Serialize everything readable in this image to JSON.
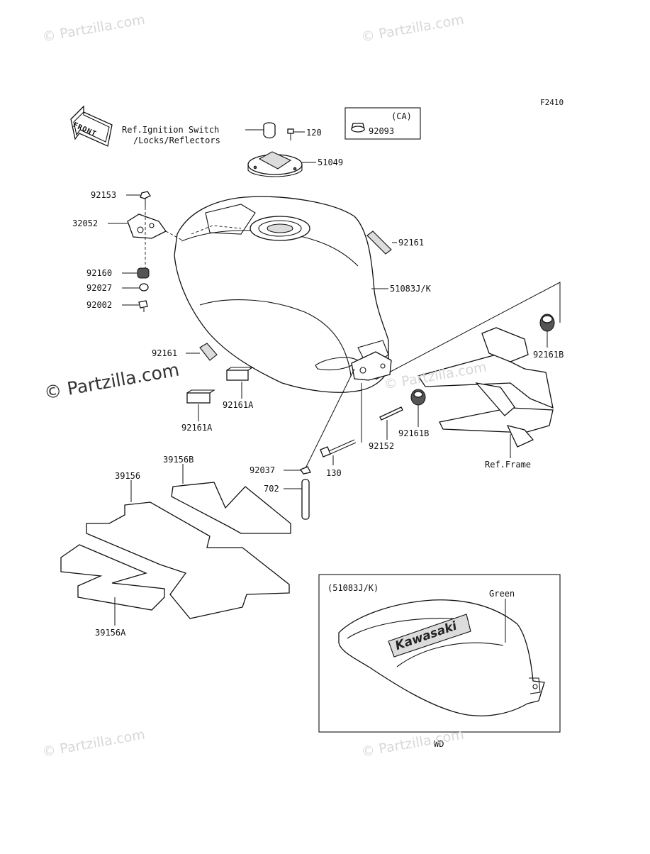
{
  "figure_code": "F2410",
  "front_label": "FRONT",
  "ca_box": {
    "region": "(CA)",
    "part": "92093"
  },
  "ref_notes": {
    "ignition_line1": "Ref.Ignition Switch",
    "ignition_line2": "/Locks/Reflectors",
    "frame": "Ref.Frame"
  },
  "parts": {
    "p120": "120",
    "p51049": "51049",
    "p92153": "92153",
    "p32052": "32052",
    "p92161_top": "92161",
    "p92160": "92160",
    "p51083": "51083J/K",
    "p92027": "92027",
    "p92002": "92002",
    "p92161B_right": "92161B",
    "p92161_left": "92161",
    "p92161A_right": "92161A",
    "p92161A_left": "92161A",
    "p92161B_mid": "92161B",
    "p92152": "92152",
    "p39156B": "39156B",
    "p39156": "39156",
    "p92037": "92037",
    "p130": "130",
    "p702": "702",
    "p39156A": "39156A"
  },
  "inset": {
    "model_label": "(51083J/K)",
    "color_label": "Green",
    "tank_logo": "Kawasaki",
    "caption": "WD"
  },
  "watermarks": {
    "small": "© Partzilla.com",
    "large": "© Partzilla.com"
  }
}
